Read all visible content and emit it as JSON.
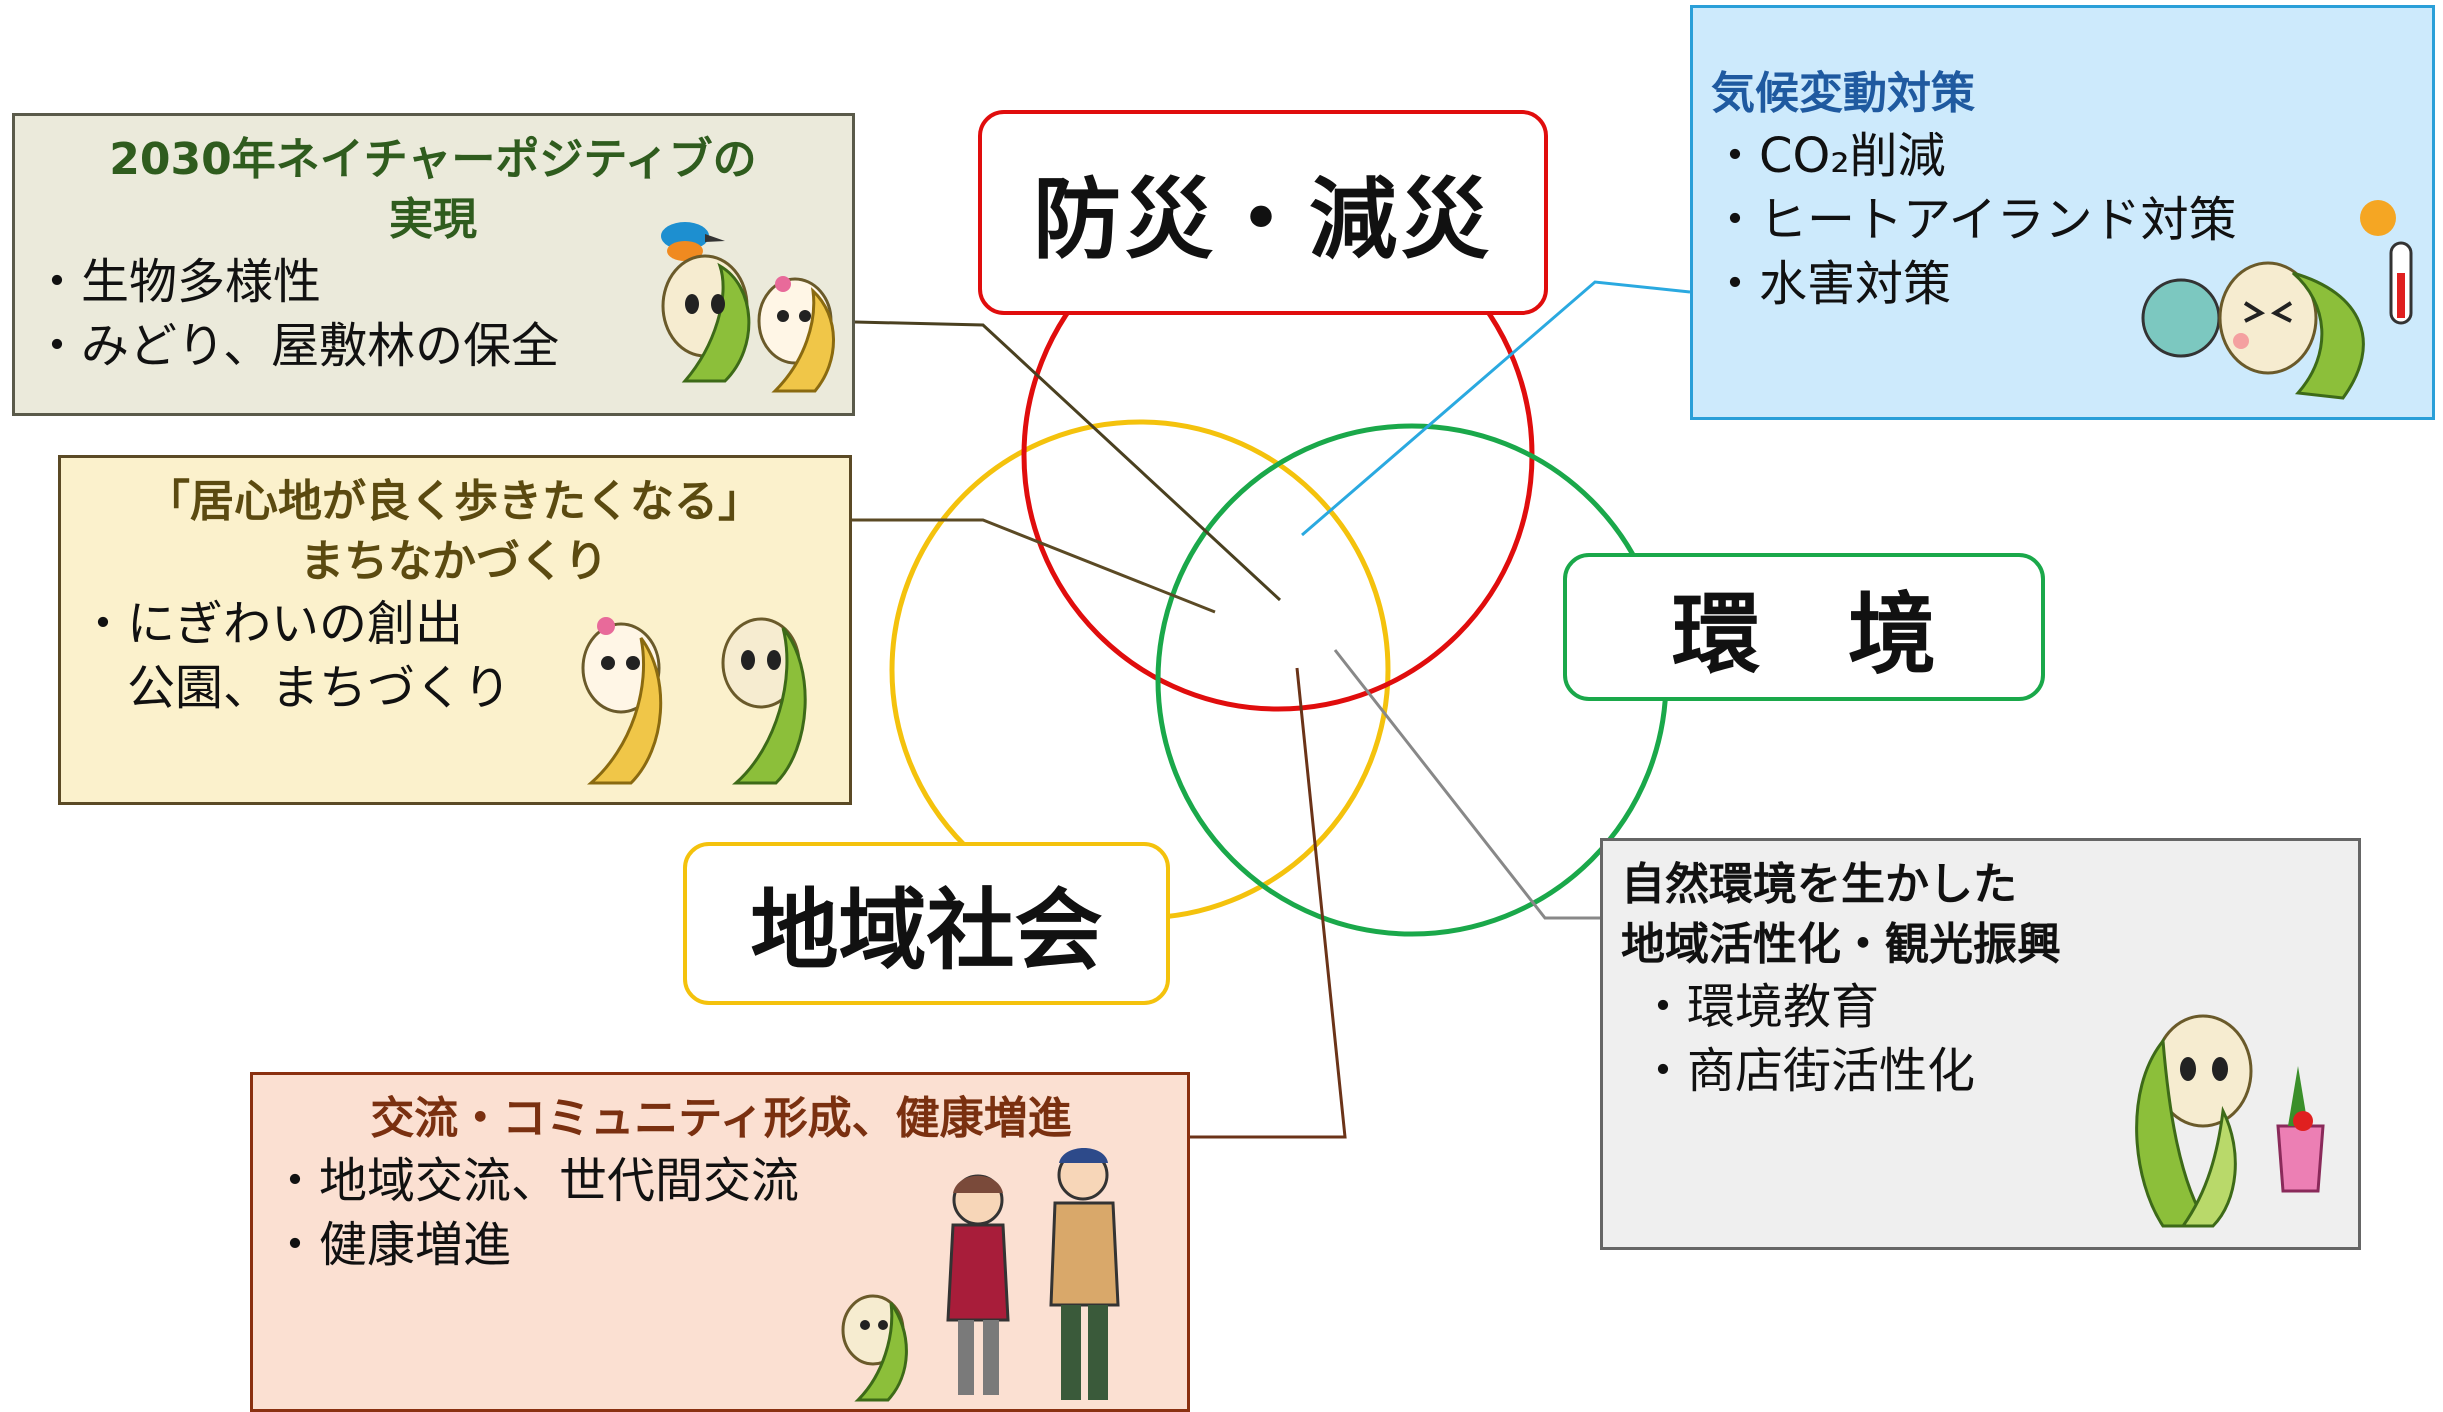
{
  "domains": {
    "disaster": "防災・減災",
    "environment": "環　境",
    "community": "地域社会"
  },
  "colors": {
    "disaster": "#e00d0d",
    "environment": "#1aa84a",
    "community": "#f4c20d",
    "climate_bg": "#cdeafc",
    "climate_border": "#2a9fd8",
    "nature_bg": "#ebeadb",
    "nature_text": "#2f5c1e",
    "town_bg": "#fbf1cc",
    "town_border": "#5b4a25",
    "exchange_bg": "#fbe0d2",
    "exchange_text": "#7a3010",
    "tourism_bg": "#efefef"
  },
  "boxes": {
    "nature": {
      "title": "2030年ネイチャーポジティブの\n実現",
      "items": [
        "生物多様性",
        "みどり、屋敷林の保全"
      ]
    },
    "town": {
      "title": "「居心地が良く歩きたくなる」\nまちなかづくり",
      "items": [
        "にぎわいの創出",
        "公園、まちづくり"
      ]
    },
    "climate": {
      "title": "気候変動対策",
      "items": [
        "CO₂削減",
        "ヒートアイランド対策",
        "水害対策"
      ]
    },
    "tourism": {
      "title": "自然環境を生かした\n地域活性化・観光振興",
      "items": [
        "環境教育",
        "商店街活性化"
      ]
    },
    "exchange": {
      "title": "交流・コミュニティ形成、健康増進",
      "items": [
        "地域交流、世代間交流",
        "健康増進"
      ]
    }
  },
  "icons": {
    "nature_mascots": "mascot-pair-with-kingfisher-icon",
    "town_mascots": "mascot-pair-waving-icon",
    "climate_mascot": "mascot-hot-weather-icon",
    "tourism_mascot": "mascot-with-vegetables-icon",
    "exchange_people": "mascot-with-elderly-couple-icon"
  }
}
